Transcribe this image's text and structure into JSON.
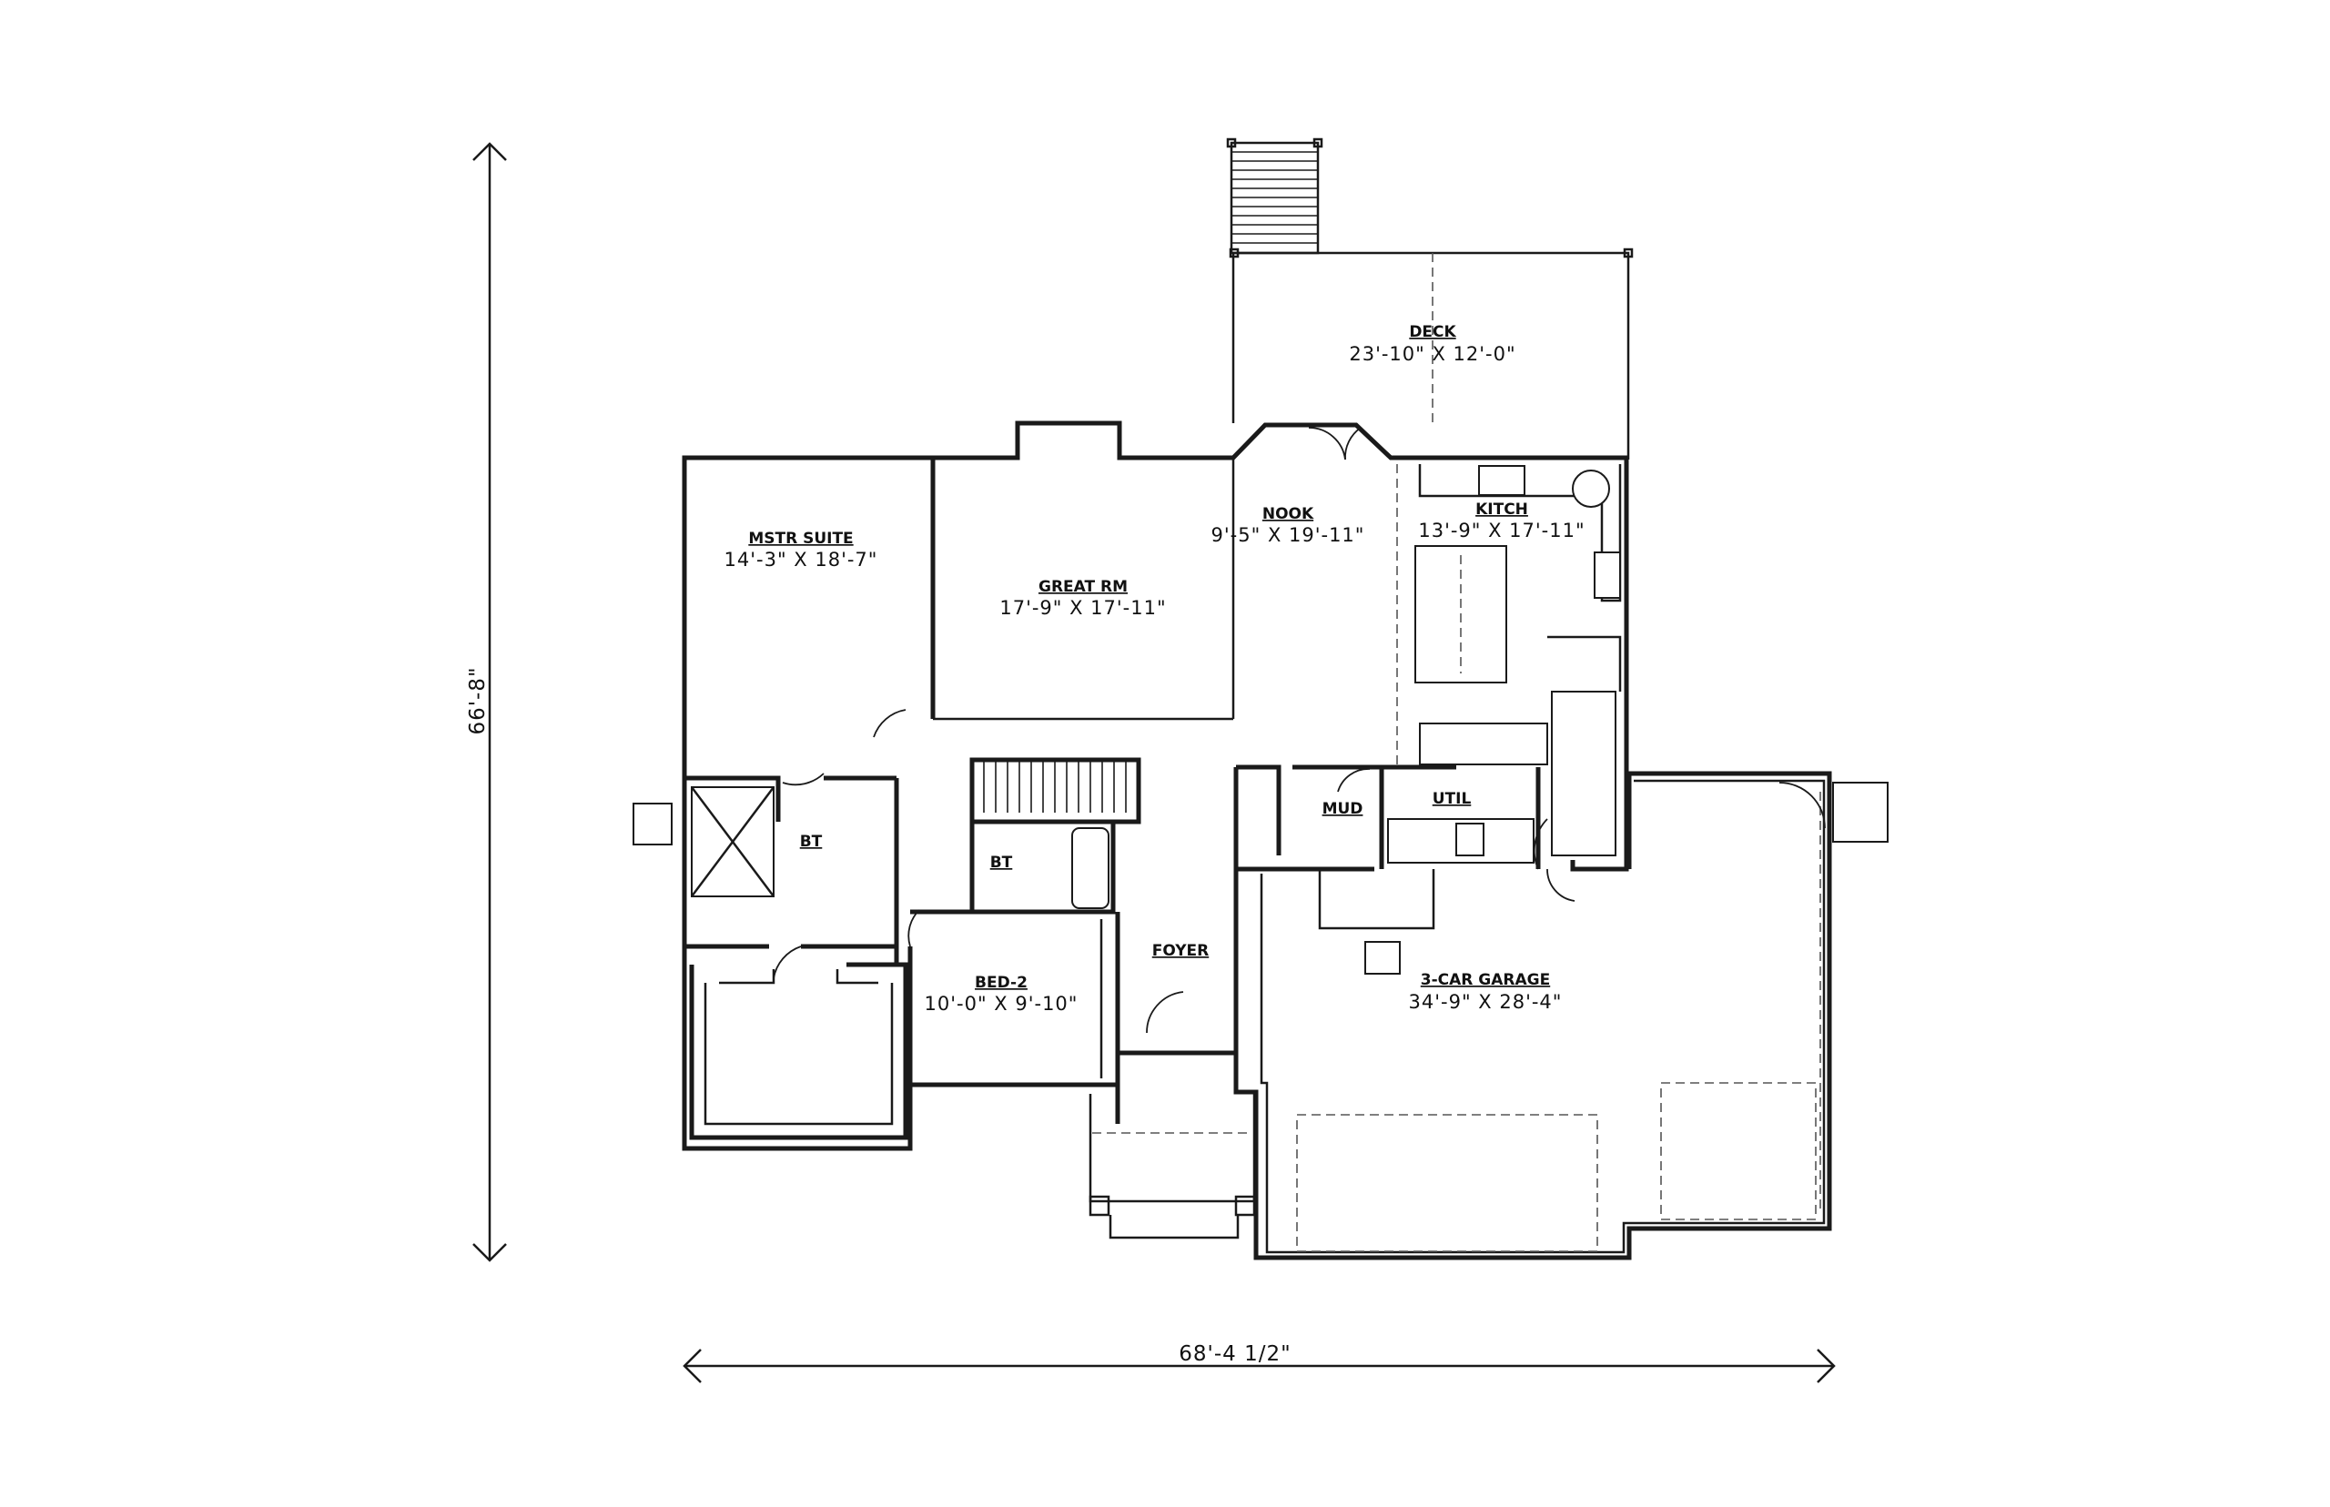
{
  "overall": {
    "width": "68'-4 1/2\"",
    "depth": "66'-8\""
  },
  "rooms": {
    "deck": {
      "name": "DECK",
      "dims": "23'-10\" X 12'-0\""
    },
    "nook": {
      "name": "NOOK",
      "dims": "9'-5\" X 19'-11\""
    },
    "kitchen": {
      "name": "KITCH",
      "dims": "13'-9\" X 17'-11\""
    },
    "master": {
      "name": "MSTR SUITE",
      "dims": "14'-3\" X 18'-7\""
    },
    "great": {
      "name": "GREAT RM",
      "dims": "17'-9\" X 17'-11\""
    },
    "bath1": {
      "name": "BT"
    },
    "bath2": {
      "name": "BT"
    },
    "mud": {
      "name": "MUD"
    },
    "util": {
      "name": "UTIL"
    },
    "foyer": {
      "name": "FOYER"
    },
    "bed2": {
      "name": "BED-2",
      "dims": "10'-0\" X 9'-10\""
    },
    "garage": {
      "name": "3-CAR GARAGE",
      "dims": "34'-9\" X 28'-4\""
    }
  }
}
